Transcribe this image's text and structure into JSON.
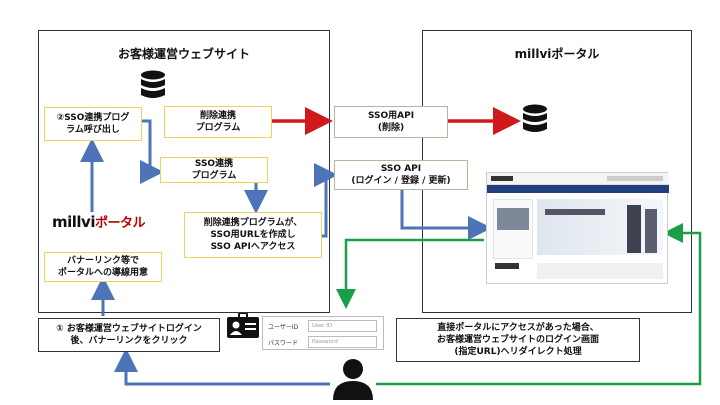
{
  "left_panel": {
    "title": "お客様運営ウェブサイト"
  },
  "right_panel": {
    "title": "millviポータル"
  },
  "boxes": {
    "sso_link": "②SSO連携プログ\nラム呼び出し",
    "delete_sync": "削除連携\nプログラム",
    "sso_sync": "SSO連携\nプログラム",
    "access_note": "削除連携プログラムが、\nSSO用URLを作成し\nSSO APIへアクセス",
    "banner": "バナーリンク等で\nポータルへの導線用意",
    "step1": "① お客様運営ウェブサイトログイン\n後、バナーリンクをクリック",
    "api_delete": "SSO用API\n(削除)",
    "api_sso": "SSO API\n(ログイン / 登録 / 更新)",
    "redirect_note": "直接ポータルにアクセスがあった場合、\nお客様運営ウェブサイトのログイン画面\n(指定URL)へリダイレクト処理"
  },
  "logo": {
    "latin": "millvi",
    "kana": "ポータル"
  },
  "login_form": {
    "user_label": "ユーザーID",
    "user_placeholder": "User ID",
    "pass_label": "パスワード",
    "pass_placeholder": "Password"
  },
  "colors": {
    "red": "#d0191c",
    "blue": "#4c74b6",
    "green": "#1a9e47",
    "yellow_border": "#f0d15a",
    "green_border": "#a9bd9b"
  }
}
